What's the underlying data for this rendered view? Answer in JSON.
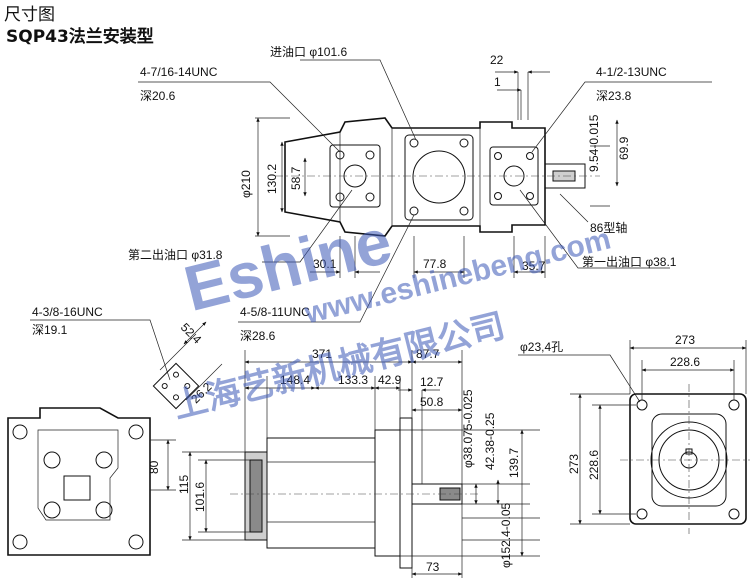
{
  "title_line1": "尺寸图",
  "title_line2": "SQP43法兰安装型",
  "watermark": {
    "brand": "Eshine",
    "company": "上海艺新机械有限公司",
    "url": "www.eshinebeng.com"
  },
  "top_view": {
    "inlet": "进油口 φ101.6",
    "thread_left": "4-7/16-14UNC",
    "depth_left": "深20.6",
    "thread_right": "4-1/2-13UNC",
    "depth_right": "深23.8",
    "dim_22": "22",
    "dim_1": "1",
    "shaft_d": "9.54-0.015",
    "dim_69_9": "69.9",
    "dia_210": "φ210",
    "dim_130_2": "130.2",
    "dim_58_7": "58.7",
    "shaft_type": "86型轴",
    "second_outlet": "第二出油口 φ31.8",
    "first_outlet": "第一出油口 φ38.1",
    "dim_30_1": "30.1",
    "dim_77_8": "77.8",
    "dim_35_7": "35.7",
    "thread_bottom": "4-5/8-11UNC",
    "depth_bottom": "深28.6"
  },
  "left_view": {
    "thread": "4-3/8-16UNC",
    "depth": "深19.1",
    "dim_52_4": "52.4",
    "dim_26_2": "26.2",
    "dim_80": "80"
  },
  "side_view": {
    "dim_371": "371",
    "dim_87_7": "87.7",
    "dim_148_4": "148.4",
    "dim_133_3": "133.3",
    "dim_42_9": "42.9",
    "dim_12_7": "12.7",
    "dim_50_8": "50.8",
    "dim_115": "115",
    "dim_101_6": "101.6",
    "shaft_38": "φ38.075-0.025",
    "key_42": "42.38-0.25",
    "dim_139_7": "139.7",
    "pilot_152": "φ152.4-0.05",
    "dim_73": "73"
  },
  "flange_view": {
    "holes": "φ23,4孔",
    "dim_273_w": "273",
    "dim_228_6_w": "228.6",
    "dim_273_h": "273",
    "dim_228_6_h": "228.6"
  }
}
